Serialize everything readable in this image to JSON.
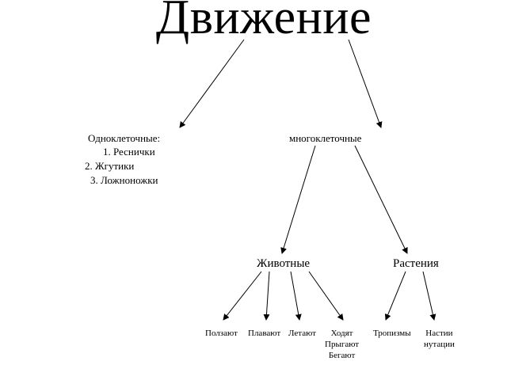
{
  "title": "Движение",
  "unicellular": {
    "label": "Одноклеточные:",
    "items": [
      "1. Реснички",
      "2. Жгутики",
      "3. Ложноножки"
    ]
  },
  "multicellular": {
    "label": "многоклеточные"
  },
  "animals": {
    "label": "Животные",
    "children": [
      {
        "lines": [
          "Ползают"
        ]
      },
      {
        "lines": [
          "Плавают"
        ]
      },
      {
        "lines": [
          "Летают"
        ]
      },
      {
        "lines": [
          "Ходят",
          "Прыгают",
          "Бегают"
        ]
      }
    ]
  },
  "plants": {
    "label": "Растения",
    "children": [
      {
        "lines": [
          "Тропизмы"
        ]
      },
      {
        "lines": [
          "Настии",
          "нутации"
        ]
      }
    ]
  }
}
